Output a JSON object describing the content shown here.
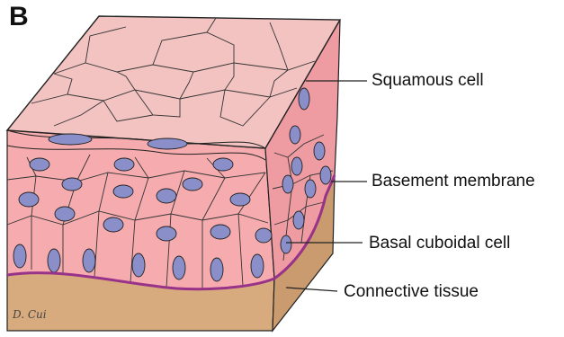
{
  "panel_letter": "B",
  "labels": {
    "squamous_cell": "Squamous cell",
    "basement_membrane": "Basement membrane",
    "basal_cuboidal_cell": "Basal cuboidal cell",
    "connective_tissue": "Connective tissue"
  },
  "signature": "D. Cui",
  "colors": {
    "top_surface": "#f2c3c0",
    "epithelium": "#f6acae",
    "epithelium_side": "#ee9ca2",
    "basement_membrane": "#99338a",
    "connective_tissue": "#d7ab7e",
    "nucleus": "#8a8fc9",
    "outline": "#222222"
  }
}
